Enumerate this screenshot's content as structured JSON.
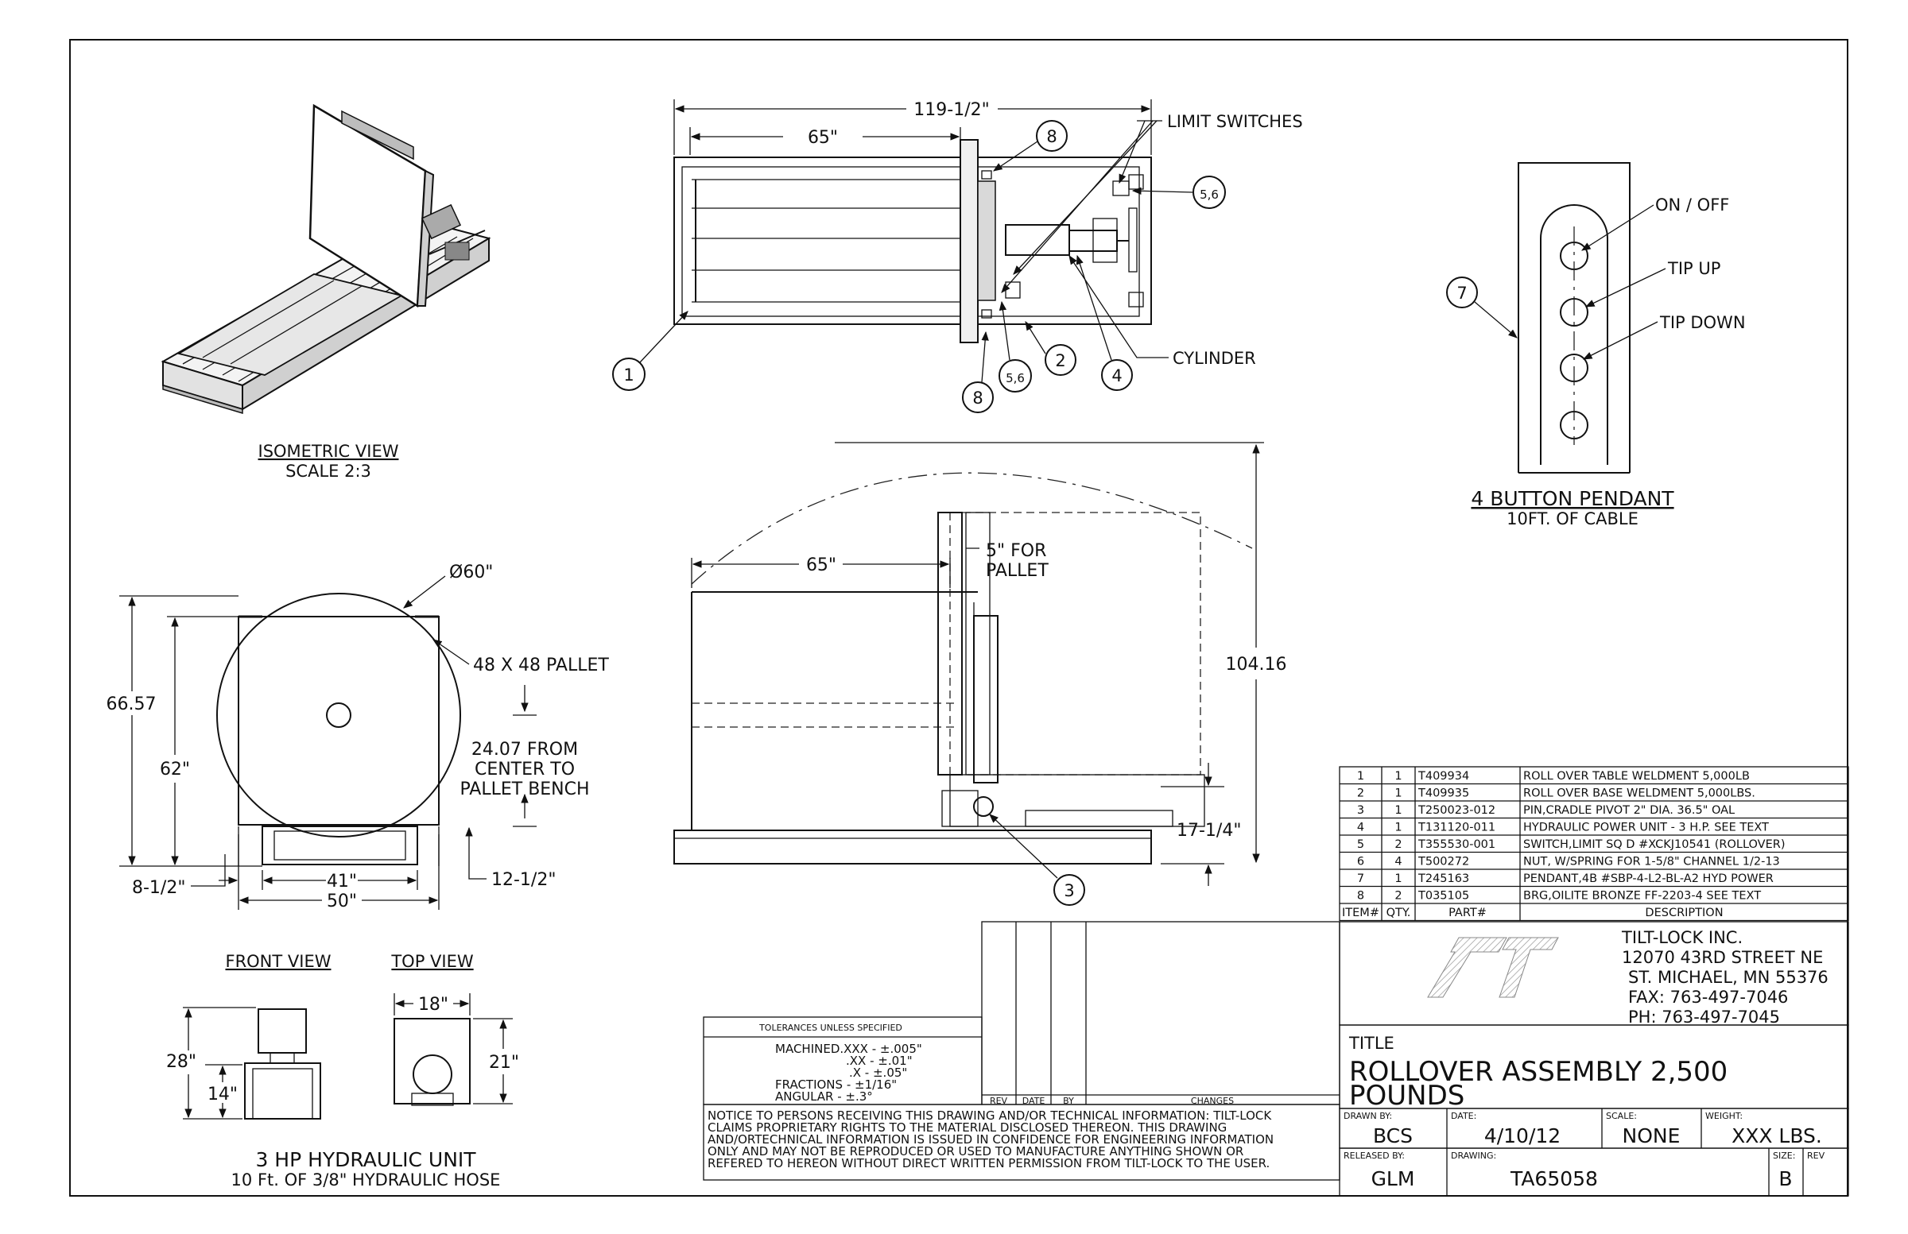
{
  "views": {
    "isometric": {
      "title": "ISOMETRIC VIEW",
      "scale": "SCALE 2:3"
    },
    "pendant": {
      "title": "4 BUTTON PENDANT",
      "subtitle": "10FT. OF CABLE",
      "labels": [
        "ON / OFF",
        "TIP UP",
        "TIP DOWN"
      ],
      "balloon": "7"
    },
    "hydraulic": {
      "title": "3 HP HYDRAULIC UNIT",
      "subtitle": "10 Ft. OF 3/8\" HYDRAULIC HOSE",
      "front_view": "FRONT VIEW",
      "top_view": "TOP VIEW",
      "dims": {
        "width": "18\"",
        "height_total": "28\"",
        "height_low": "14\"",
        "depth": "21\""
      }
    },
    "top_plan": {
      "dims": {
        "overall": "119-1/2\"",
        "table": "65\""
      },
      "labels": {
        "limit_switches": "LIMIT SWITCHES",
        "cylinder": "CYLINDER"
      },
      "balloons": [
        "8",
        "5,6",
        "1",
        "8",
        "5,6",
        "2",
        "4"
      ]
    },
    "front_circle": {
      "dims": {
        "diameter": "Ø60\"",
        "pallet": "48 X 48 PALLET",
        "center": "24.07 FROM\nCENTER TO\nPALLET BENCH",
        "overall_h": "66.57",
        "inner_h": "62\"",
        "left_offset": "8-1/2\"",
        "w41": "41\"",
        "w50": "50\"",
        "right_offset": "12-1/2\""
      }
    },
    "side": {
      "dims": {
        "table": "65\"",
        "pallet_gap": "5\" FOR\nPALLET",
        "height": "104.16",
        "base_h": "17-1/4\""
      },
      "balloon": "3"
    }
  },
  "bom": {
    "headers": [
      "ITEM#",
      "QTY.",
      "PART#",
      "DESCRIPTION"
    ],
    "rows": [
      [
        "1",
        "1",
        "T409934",
        "ROLL OVER TABLE WELDMENT 5,000LB"
      ],
      [
        "2",
        "1",
        "T409935",
        "ROLL OVER BASE WELDMENT 5,000LBS."
      ],
      [
        "3",
        "1",
        "T250023-012",
        "PIN,CRADLE PIVOT  2\" DIA. 36.5\" OAL"
      ],
      [
        "4",
        "1",
        "T131120-011",
        "HYDRAULIC POWER UNIT - 3 H.P. SEE TEXT"
      ],
      [
        "5",
        "2",
        "T355530-001",
        "SWITCH,LIMIT SQ D #XCKJ10541 (ROLLOVER)"
      ],
      [
        "6",
        "4",
        "T500272",
        "NUT,  W/SPRING FOR 1-5/8\" CHANNEL 1/2-13"
      ],
      [
        "7",
        "1",
        "T245163",
        "PENDANT,4B #SBP-4-L2-BL-A2 HYD POWER"
      ],
      [
        "8",
        "2",
        "T035105",
        "BRG,OILITE BRONZE FF-2203-4  SEE TEXT"
      ]
    ]
  },
  "company": {
    "name": "TILT-LOCK INC.",
    "street": "12070 43RD STREET NE",
    "city": "ST. MICHAEL, MN 55376",
    "fax": "FAX: 763-497-7046",
    "phone": "PH: 763-497-7045"
  },
  "title_block": {
    "title_label": "TITLE",
    "title_line1": "ROLLOVER ASSEMBLY 2,500",
    "title_line2": "POUNDS",
    "drawn_by_label": "DRAWN BY:",
    "drawn_by": "BCS",
    "date_label": "DATE:",
    "date": "4/10/12",
    "scale_label": "SCALE:",
    "scale": "NONE",
    "weight_label": "WEIGHT:",
    "weight": "XXX LBS.",
    "released_label": "RELEASED BY:",
    "released_by": "GLM",
    "drawing_label": "DRAWING:",
    "drawing": "TA65058",
    "size_label": "SIZE:",
    "size": "B",
    "rev_label": "REV"
  },
  "revisions": {
    "headers": [
      "REV",
      "DATE",
      "BY",
      "CHANGES"
    ]
  },
  "tolerances": {
    "header": "TOLERANCES UNLESS SPECIFIED",
    "lines": [
      "MACHINED.XXX - ±.005\"",
      ".XX   - ±.01\"",
      ".X    - ±.05\"",
      "FRACTIONS     - ±1/16\"",
      "ANGULAR       - ±.3°"
    ]
  },
  "notice": [
    "NOTICE TO PERSONS RECEIVING THIS DRAWING AND/OR TECHNICAL INFORMATION: TILT-LOCK",
    "CLAIMS PROPRIETARY RIGHTS TO THE MATERIAL DISCLOSED THEREON.  THIS DRAWING",
    "AND/ORTECHNICAL INFORMATION IS ISSUED IN CONFIDENCE FOR ENGINEERING INFORMATION",
    "ONLY AND MAY NOT BE REPRODUCED OR USED TO MANUFACTURE ANYTHING SHOWN OR",
    "REFERED TO HEREON WITHOUT DIRECT WRITTEN PERMISSION FROM TILT-LOCK TO THE USER."
  ]
}
